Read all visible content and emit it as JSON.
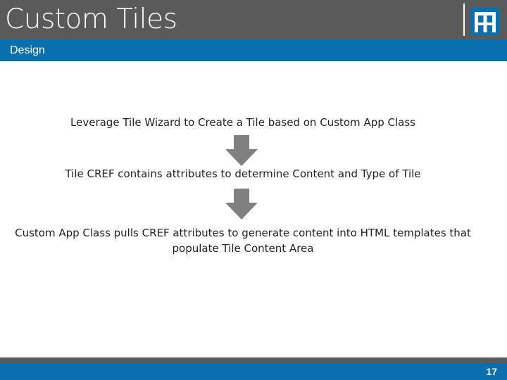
{
  "slide": {
    "title": "Custom Tiles",
    "subtitle": "Design",
    "page_number": "17"
  },
  "steps": [
    "Leverage Tile Wizard to Create a Tile based on Custom App Class",
    "Tile CREF contains attributes to determine Content and Type of Tile",
    "Custom App Class pulls CREF attributes to generate content into HTML templates that populate Tile Content Area"
  ],
  "colors": {
    "title_bar": "#5a5a5a",
    "accent_bar": "#0a6fad",
    "arrow": "#808080",
    "logo": "#0a6fad"
  },
  "icons": {
    "logo": "thunderbird-logo-icon",
    "arrow": "down-arrow-icon"
  }
}
